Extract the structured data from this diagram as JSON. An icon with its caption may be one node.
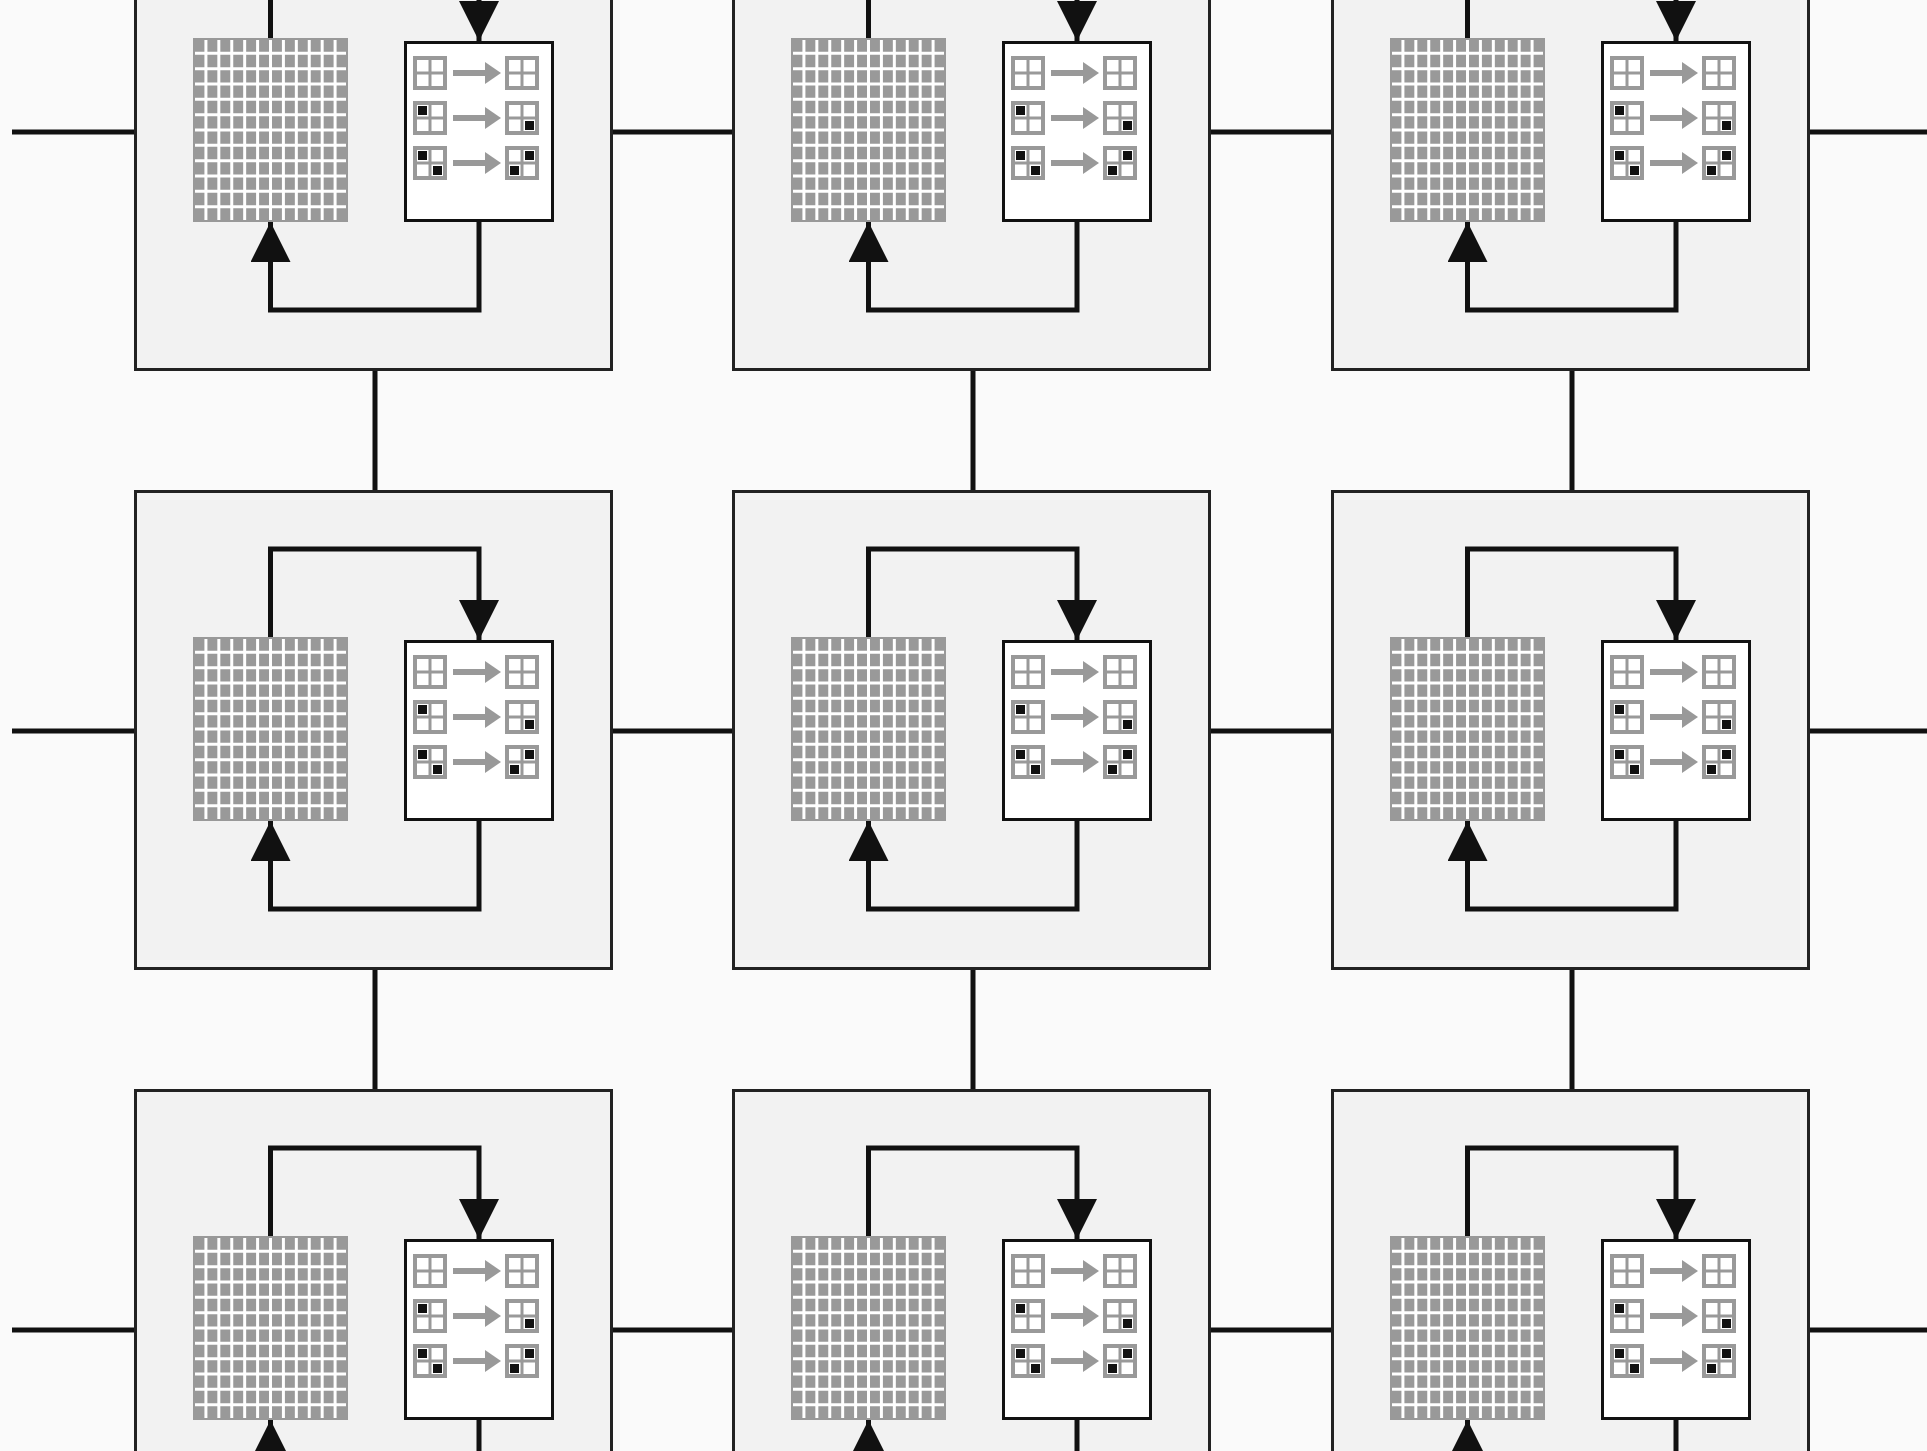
{
  "diagram": {
    "nodes": [
      {
        "text": [],
        "shape": "box"
      },
      {
        "text": [],
        "shape": "picture",
        "in": 0
      },
      {
        "text": [],
        "shape": "picture",
        "in": 0
      },
      {
        "text": [],
        "shape": "box"
      },
      {
        "text": [],
        "shape": "picture",
        "in": 3
      },
      {
        "text": [],
        "shape": "picture",
        "in": 3
      },
      {
        "text": [],
        "shape": "box"
      },
      {
        "text": [],
        "shape": "picture",
        "in": 6
      },
      {
        "text": [],
        "shape": "picture",
        "in": 6
      },
      {
        "text": [],
        "shape": "box"
      },
      {
        "text": [],
        "shape": "picture",
        "in": 9
      },
      {
        "text": [],
        "shape": "picture",
        "in": 9
      },
      {
        "text": [],
        "shape": "box"
      },
      {
        "text": [],
        "shape": "picture",
        "in": 12
      },
      {
        "text": [],
        "shape": "picture",
        "in": 12
      },
      {
        "text": [],
        "shape": "box"
      },
      {
        "text": [],
        "shape": "picture",
        "in": 15
      },
      {
        "text": [],
        "shape": "picture",
        "in": 15
      },
      {
        "text": [],
        "shape": "box"
      },
      {
        "text": [],
        "shape": "picture",
        "in": 18
      },
      {
        "text": [],
        "shape": "picture",
        "in": 18
      },
      {
        "text": [],
        "shape": "box"
      },
      {
        "text": [],
        "shape": "picture",
        "in": 21
      },
      {
        "text": [],
        "shape": "picture",
        "in": 21
      },
      {
        "text": [],
        "shape": "box"
      },
      {
        "text": [],
        "shape": "picture",
        "in": 24
      },
      {
        "text": [],
        "shape": "picture",
        "in": 24
      }
    ],
    "edges": [
      {
        "from": 1,
        "to": 2,
        "arrow": "to"
      },
      {
        "from": 2,
        "to": 1,
        "arrow": "to"
      },
      {
        "from": 4,
        "to": 5,
        "arrow": "to"
      },
      {
        "from": 5,
        "to": 4,
        "arrow": "to"
      },
      {
        "from": 7,
        "to": 8,
        "arrow": "to"
      },
      {
        "from": 8,
        "to": 7,
        "arrow": "to"
      },
      {
        "from": 10,
        "to": 11,
        "arrow": "to"
      },
      {
        "from": 11,
        "to": 10,
        "arrow": "to"
      },
      {
        "from": 13,
        "to": 14,
        "arrow": "to"
      },
      {
        "from": 14,
        "to": 13,
        "arrow": "to"
      },
      {
        "from": 16,
        "to": 17,
        "arrow": "to"
      },
      {
        "from": 17,
        "to": 16,
        "arrow": "to"
      },
      {
        "from": 19,
        "to": 20,
        "arrow": "to"
      },
      {
        "from": 20,
        "to": 19,
        "arrow": "to"
      },
      {
        "from": 22,
        "to": 23,
        "arrow": "to"
      },
      {
        "from": 23,
        "to": 22,
        "arrow": "to"
      },
      {
        "from": 25,
        "to": 26,
        "arrow": "to"
      },
      {
        "from": 26,
        "to": 25,
        "arrow": "to"
      },
      {
        "from": null,
        "to": 0,
        "arrow": "none"
      },
      {
        "from": 0,
        "to": 3,
        "arrow": "none"
      },
      {
        "from": 3,
        "to": 6,
        "arrow": "none"
      },
      {
        "from": 6,
        "to": null,
        "arrow": "none"
      },
      {
        "from": null,
        "to": 9,
        "arrow": "none"
      },
      {
        "from": 9,
        "to": 12,
        "arrow": "none"
      },
      {
        "from": 12,
        "to": 15,
        "arrow": "none"
      },
      {
        "from": 15,
        "to": null,
        "arrow": "none"
      },
      {
        "from": null,
        "to": 18,
        "arrow": "none"
      },
      {
        "from": 18,
        "to": 21,
        "arrow": "none"
      },
      {
        "from": 21,
        "to": 24,
        "arrow": "none"
      },
      {
        "from": 24,
        "to": null,
        "arrow": "none"
      },
      {
        "from": 0,
        "to": 9,
        "arrow": "none"
      },
      {
        "from": 3,
        "to": 12,
        "arrow": "none"
      },
      {
        "from": 6,
        "to": 15,
        "arrow": "none"
      },
      {
        "from": 9,
        "to": 18,
        "arrow": "none"
      },
      {
        "from": 12,
        "to": 21,
        "arrow": "none"
      },
      {
        "from": 15,
        "to": 24,
        "arrow": "none"
      }
    ]
  }
}
